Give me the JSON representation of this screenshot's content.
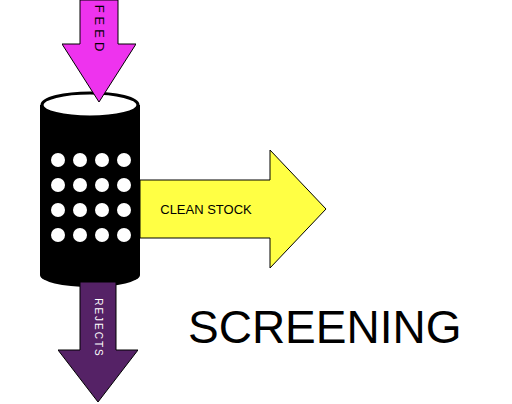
{
  "diagram": {
    "title": "SCREENING",
    "nodes": [
      {
        "text": [
          "FEED"
        ]
      },
      {
        "text": [
          "CLEAN STOCK"
        ]
      },
      {
        "text": [
          "REJECTS"
        ]
      }
    ]
  }
}
